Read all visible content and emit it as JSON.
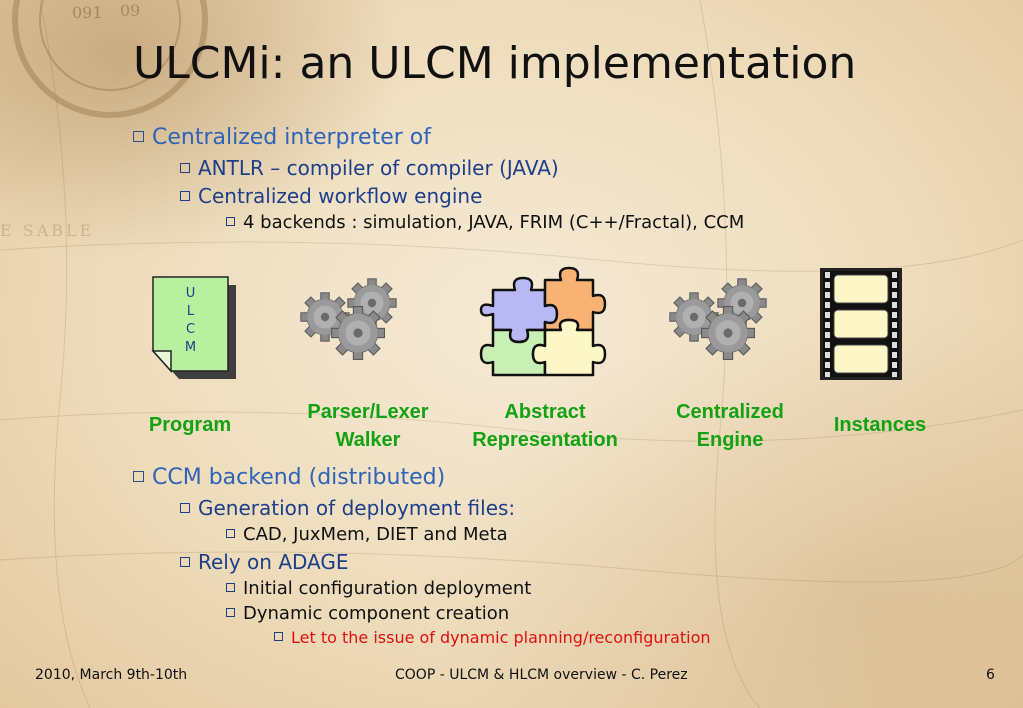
{
  "slide": {
    "title": "ULCMi: an ULCM implementation",
    "section1": {
      "heading": "Centralized interpreter of",
      "items": [
        {
          "text": "ANTLR – compiler of compiler (JAVA)"
        },
        {
          "text": "Centralized workflow engine",
          "subitems": [
            {
              "text": "4 backends : simulation, JAVA, FRIM (C++/Fractal), CCM"
            }
          ]
        }
      ]
    },
    "diagram": {
      "program_doc_letters": [
        "U",
        "L",
        "C",
        "M"
      ],
      "captions": {
        "program": "Program",
        "parser_line1": "Parser/Lexer",
        "parser_line2": "Walker",
        "abstract_line1": "Abstract",
        "abstract_line2": "Representation",
        "engine_line1": "Centralized",
        "engine_line2": "Engine",
        "instances": "Instances"
      },
      "colors": {
        "caption": "#12a212",
        "doc_fill": "#b8f0a0",
        "puzzle_blue": "#b8b8f4",
        "puzzle_orange": "#f7b274",
        "puzzle_green": "#c8f0b4",
        "puzzle_yellow": "#fdf6c6"
      }
    },
    "section2": {
      "heading": "CCM backend (distributed)",
      "items": [
        {
          "text": "Generation of deployment files:",
          "subitems": [
            {
              "text": "CAD, JuxMem, DIET and Meta"
            }
          ]
        },
        {
          "text": "Rely on ADAGE",
          "subitems": [
            {
              "text": "Initial configuration deployment"
            },
            {
              "text": "Dynamic component creation"
            }
          ],
          "note": "Let to the issue of dynamic planning/reconfiguration"
        }
      ]
    },
    "footer": {
      "date": "2010, March 9th-10th",
      "center": "COOP - ULCM & HLCM overview - C. Perez",
      "page": "6"
    }
  }
}
